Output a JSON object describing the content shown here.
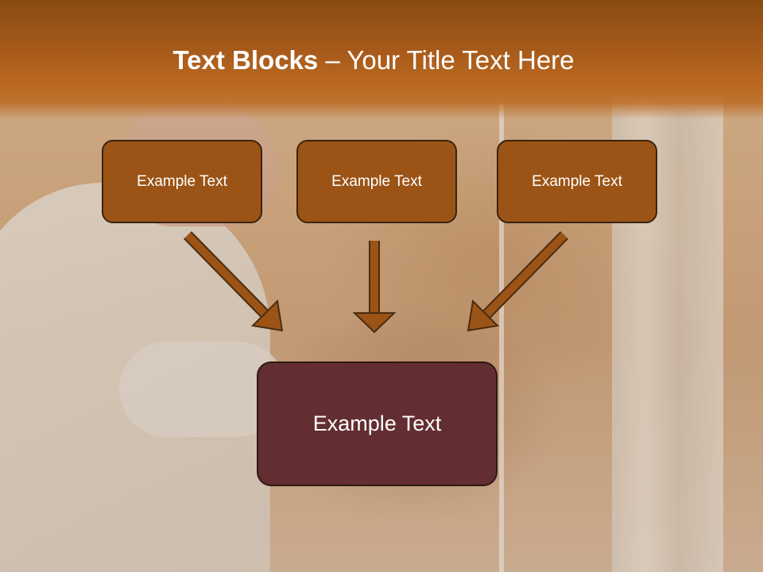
{
  "slide": {
    "title_bold": "Text Blocks",
    "title_rest": " – Your Title Text Here",
    "blocks": [
      "Example Text",
      "Example Text",
      "Example Text"
    ],
    "main_block": "Example Text"
  },
  "colors": {
    "title_band": "#a5591a",
    "block_fill": "#9b5416",
    "block_border": "#3a2410",
    "main_fill": "#632e31",
    "arrow_fill": "#9b5416"
  }
}
